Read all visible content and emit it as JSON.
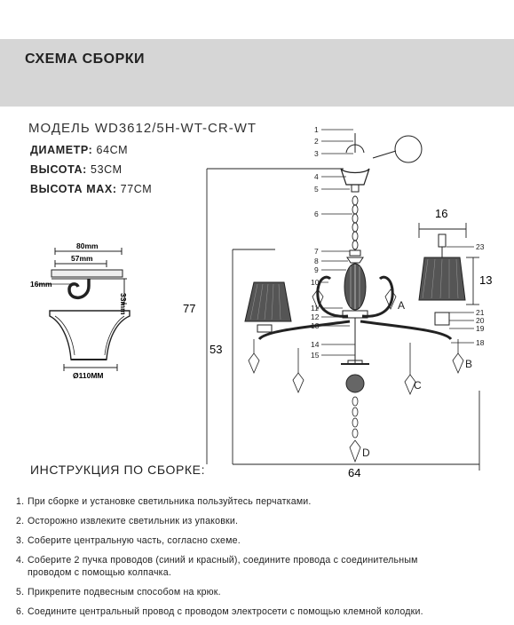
{
  "header": {
    "title": "СХЕМА СБОРКИ"
  },
  "model": {
    "label": "МОДЕЛЬ WD3612/5H-WT-CR-WT"
  },
  "specs": [
    {
      "label": "ДИАМЕТР:",
      "value": "64СМ"
    },
    {
      "label": "ВЫСОТА:",
      "value": "53СМ"
    },
    {
      "label": "ВЫСОТА MAX:",
      "value": "77СМ"
    }
  ],
  "hook_detail": {
    "dim_80": "80mm",
    "dim_57": "57mm",
    "dim_16": "16mm",
    "dim_33": "33mm",
    "dim_110": "Ø110MM"
  },
  "dimensions": {
    "max_height": "77",
    "height": "53",
    "diameter": "64",
    "shade_width": "16",
    "shade_height": "13"
  },
  "parts": {
    "numbers": [
      "1",
      "2",
      "3",
      "4",
      "5",
      "6",
      "7",
      "8",
      "9",
      "10",
      "11",
      "12",
      "13",
      "14",
      "15"
    ],
    "right_numbers": [
      "23",
      "21",
      "20",
      "19",
      "18"
    ],
    "letters": [
      "A",
      "B",
      "C",
      "D"
    ]
  },
  "instructions": {
    "title": "ИНСТРУКЦИЯ ПО СБОРКЕ:",
    "steps": [
      {
        "num": "1.",
        "text": "При сборке и установке светильника пользуйтесь перчатками."
      },
      {
        "num": "2.",
        "text": "Осторожно извлеките светильник из упаковки."
      },
      {
        "num": "3.",
        "text": "Соберите центральную часть, согласно схеме."
      },
      {
        "num": "4.",
        "text": "Соберите 2 пучка проводов (синий и красный), соедините провода с соединительным",
        "cont": "проводом с помощью колпачка."
      },
      {
        "num": "5.",
        "text": "Прикрепите подвесным способом  на крюк."
      },
      {
        "num": "6.",
        "text": "Соедините центральный провод с проводом электросети с помощью клемной колодки."
      }
    ]
  }
}
